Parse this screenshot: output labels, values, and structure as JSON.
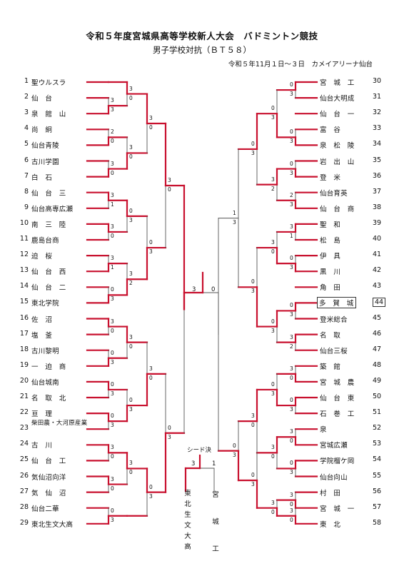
{
  "header": {
    "title": "令和５年度宮城県高等学校新人大会　バドミントン競技",
    "subtitle": "男子学校対抗（ＢＴ５８）",
    "dateline": "令和５年11月１日～３日　カメイアリーナ仙台"
  },
  "left_teams": [
    {
      "num": "1",
      "name": "聖ウルスラ"
    },
    {
      "num": "2",
      "name": "仙　台"
    },
    {
      "num": "3",
      "name": "泉　館　山"
    },
    {
      "num": "4",
      "name": "尚　絅"
    },
    {
      "num": "5",
      "name": "仙台青陵"
    },
    {
      "num": "6",
      "name": "古川学園"
    },
    {
      "num": "7",
      "name": "白　石"
    },
    {
      "num": "8",
      "name": "仙　台　三"
    },
    {
      "num": "9",
      "name": "仙台高専広瀬"
    },
    {
      "num": "10",
      "name": "南　三　陸"
    },
    {
      "num": "11",
      "name": "鹿島台商"
    },
    {
      "num": "12",
      "name": "迫　桜"
    },
    {
      "num": "13",
      "name": "仙　台　西"
    },
    {
      "num": "14",
      "name": "仙　台　二"
    },
    {
      "num": "15",
      "name": "東北学院"
    },
    {
      "num": "16",
      "name": "佐　沼"
    },
    {
      "num": "17",
      "name": "塩　釜"
    },
    {
      "num": "18",
      "name": "古川黎明"
    },
    {
      "num": "19",
      "name": "一　迫　商"
    },
    {
      "num": "20",
      "name": "仙台城南"
    },
    {
      "num": "21",
      "name": "名　取　北"
    },
    {
      "num": "22",
      "name": "亘　理"
    },
    {
      "num": "23",
      "name": "柴田農・大河原産業"
    },
    {
      "num": "24",
      "name": "古　川"
    },
    {
      "num": "25",
      "name": "仙　台　工"
    },
    {
      "num": "26",
      "name": "気仙沼向洋"
    },
    {
      "num": "27",
      "name": "気　仙　沼"
    },
    {
      "num": "28",
      "name": "仙台二華"
    },
    {
      "num": "29",
      "name": "東北生文大高"
    }
  ],
  "right_teams": [
    {
      "num": "30",
      "name": "宮　城　工"
    },
    {
      "num": "31",
      "name": "仙台大明成"
    },
    {
      "num": "32",
      "name": "仙　台　一"
    },
    {
      "num": "33",
      "name": "富　谷"
    },
    {
      "num": "34",
      "name": "泉　松　陵"
    },
    {
      "num": "35",
      "name": "岩　出　山"
    },
    {
      "num": "36",
      "name": "登　米"
    },
    {
      "num": "37",
      "name": "仙台育英"
    },
    {
      "num": "38",
      "name": "仙　台　商"
    },
    {
      "num": "39",
      "name": "聖　和"
    },
    {
      "num": "40",
      "name": "松　島"
    },
    {
      "num": "41",
      "name": "伊　具"
    },
    {
      "num": "42",
      "name": "黒　川"
    },
    {
      "num": "43",
      "name": "角　田"
    },
    {
      "num": "44",
      "name": "多　賀　城"
    },
    {
      "num": "45",
      "name": "登米総合"
    },
    {
      "num": "46",
      "name": "名　取"
    },
    {
      "num": "47",
      "name": "仙台三桜"
    },
    {
      "num": "48",
      "name": "築　館"
    },
    {
      "num": "49",
      "name": "宮　城　農"
    },
    {
      "num": "50",
      "name": "仙　台　東"
    },
    {
      "num": "51",
      "name": "石　巻　工"
    },
    {
      "num": "52",
      "name": "泉"
    },
    {
      "num": "53",
      "name": "宮城広瀬"
    },
    {
      "num": "54",
      "name": "学院榴ケ岡"
    },
    {
      "num": "55",
      "name": "仙台向山"
    },
    {
      "num": "56",
      "name": "村　田"
    },
    {
      "num": "57",
      "name": "宮　城　一"
    },
    {
      "num": "58",
      "name": "東　北"
    }
  ],
  "final": {
    "left_score": "3",
    "right_score": "0"
  },
  "seed": {
    "title": "シード決",
    "left_score": "3",
    "right_score": "1",
    "left_name": "東北生文大高",
    "right_name": "宮　城　工"
  },
  "scores": {
    "l1": [
      "3",
      "3",
      "2",
      "0",
      "3",
      "0",
      "3",
      "1",
      "3",
      "0",
      "3",
      "1",
      "0",
      "3",
      "3",
      "0",
      "0",
      "3",
      "0",
      "3",
      "0",
      "3",
      "3",
      "0",
      "3",
      "0",
      "0",
      "3"
    ],
    "l2": [
      "3",
      "0",
      "3",
      "0",
      "0",
      "3",
      "3",
      "2",
      "3",
      "0",
      "0",
      "3",
      "3",
      "0"
    ],
    "l3": [
      "3",
      "0",
      "0",
      "3",
      "3",
      "0",
      "0",
      "3"
    ],
    "l4": [
      "3",
      "0",
      "0",
      "3"
    ],
    "r1": [
      "0",
      "3",
      "0",
      "3",
      "0",
      "3",
      "2",
      "3",
      "3",
      "1",
      "0",
      "3",
      "0",
      "3",
      "3",
      "2",
      "3",
      "0",
      "0",
      "3",
      "3",
      "0",
      "0",
      "3",
      "3",
      "0",
      "3",
      "0"
    ],
    "r2": [
      "0",
      "3",
      "3",
      "2",
      "3",
      "0",
      "0",
      "3",
      "0",
      "3",
      "3",
      "0",
      "3",
      "0"
    ],
    "r3": [
      "0",
      "3",
      "0",
      "3",
      "3",
      "0",
      "0",
      "3"
    ],
    "r4": [
      "1",
      "3",
      "0",
      "3"
    ]
  },
  "colors": {
    "win": "#c8102e",
    "line": "#555555"
  }
}
